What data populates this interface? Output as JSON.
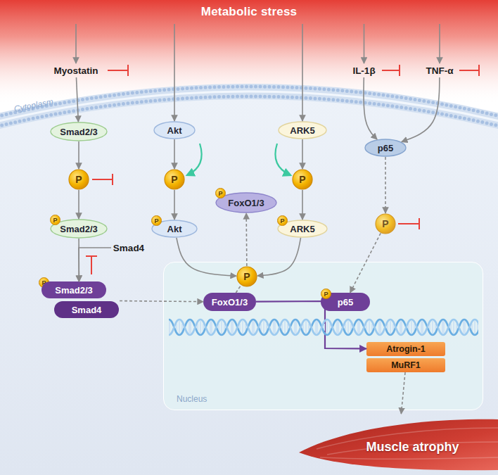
{
  "diagram": {
    "nodes": [
      {
        "text": [
          "Metabolic stress"
        ]
      },
      {
        "text": [
          "Myostatin"
        ]
      },
      {
        "text": [
          "Smad2/3"
        ]
      },
      {
        "text": [
          "P"
        ]
      },
      {
        "text": [
          "P",
          "Smad2/3"
        ]
      },
      {
        "text": [
          "Smad4"
        ]
      },
      {
        "text": [
          "P",
          "Smad2/3",
          "Smad4"
        ]
      },
      {
        "text": [
          "Akt"
        ]
      },
      {
        "text": [
          "P"
        ]
      },
      {
        "text": [
          "P",
          "Akt"
        ]
      },
      {
        "text": [
          "ARK5"
        ]
      },
      {
        "text": [
          "P"
        ]
      },
      {
        "text": [
          "P",
          "ARK5"
        ]
      },
      {
        "text": [
          "IL-1β"
        ]
      },
      {
        "text": [
          "TNF-α"
        ]
      },
      {
        "text": [
          "p65"
        ]
      },
      {
        "text": [
          "P"
        ]
      },
      {
        "text": [
          "P",
          "FoxO1/3"
        ]
      },
      {
        "text": [
          "Nucleus"
        ]
      },
      {
        "text": [
          "FoxO1/3"
        ],
        "in": 18
      },
      {
        "text": [
          "P"
        ],
        "in": 18
      },
      {
        "text": [
          "P",
          "p65"
        ],
        "in": 18
      },
      {
        "text": [
          "Atrogin-1"
        ],
        "in": 18
      },
      {
        "text": [
          "MuRF1"
        ],
        "in": 18
      },
      {
        "text": [
          "Muscle atrophy"
        ]
      }
    ],
    "edges": [
      {
        "from": 0,
        "to": 1,
        "arrow": "to"
      },
      {
        "from": 0,
        "to": 7,
        "arrow": "to"
      },
      {
        "from": 0,
        "to": 10,
        "arrow": "to"
      },
      {
        "from": 0,
        "to": 13,
        "arrow": "to"
      },
      {
        "from": 0,
        "to": 14,
        "arrow": "to"
      },
      {
        "from": 1,
        "to": 2,
        "arrow": "to"
      },
      {
        "from": 2,
        "to": 3,
        "arrow": "to"
      },
      {
        "from": 3,
        "to": 4,
        "arrow": "to"
      },
      {
        "from": 4,
        "to": 6,
        "arrow": "to"
      },
      {
        "from": 5,
        "to": 6,
        "arrow": "to"
      },
      {
        "from": 6,
        "to": 19,
        "arrow": "to"
      },
      {
        "from": 7,
        "to": 8,
        "arrow": "to"
      },
      {
        "from": 8,
        "to": 9,
        "arrow": "to"
      },
      {
        "from": 10,
        "to": 11,
        "arrow": "to"
      },
      {
        "from": 11,
        "to": 12,
        "arrow": "to"
      },
      {
        "from": 13,
        "to": 15,
        "arrow": "to"
      },
      {
        "from": 14,
        "to": 15,
        "arrow": "to"
      },
      {
        "from": 15,
        "to": 16,
        "arrow": "to"
      },
      {
        "from": 16,
        "to": 21,
        "arrow": "to"
      },
      {
        "from": 9,
        "to": 20,
        "arrow": "to"
      },
      {
        "from": 12,
        "to": 20,
        "arrow": "to"
      },
      {
        "from": 19,
        "to": 20,
        "arrow": "none"
      },
      {
        "from": 20,
        "to": 17,
        "arrow": "to"
      },
      {
        "from": 19,
        "to": 22,
        "arrow": "to"
      },
      {
        "from": 23,
        "to": 24,
        "arrow": "to"
      }
    ],
    "labels": [
      "Cytoplasm"
    ]
  }
}
